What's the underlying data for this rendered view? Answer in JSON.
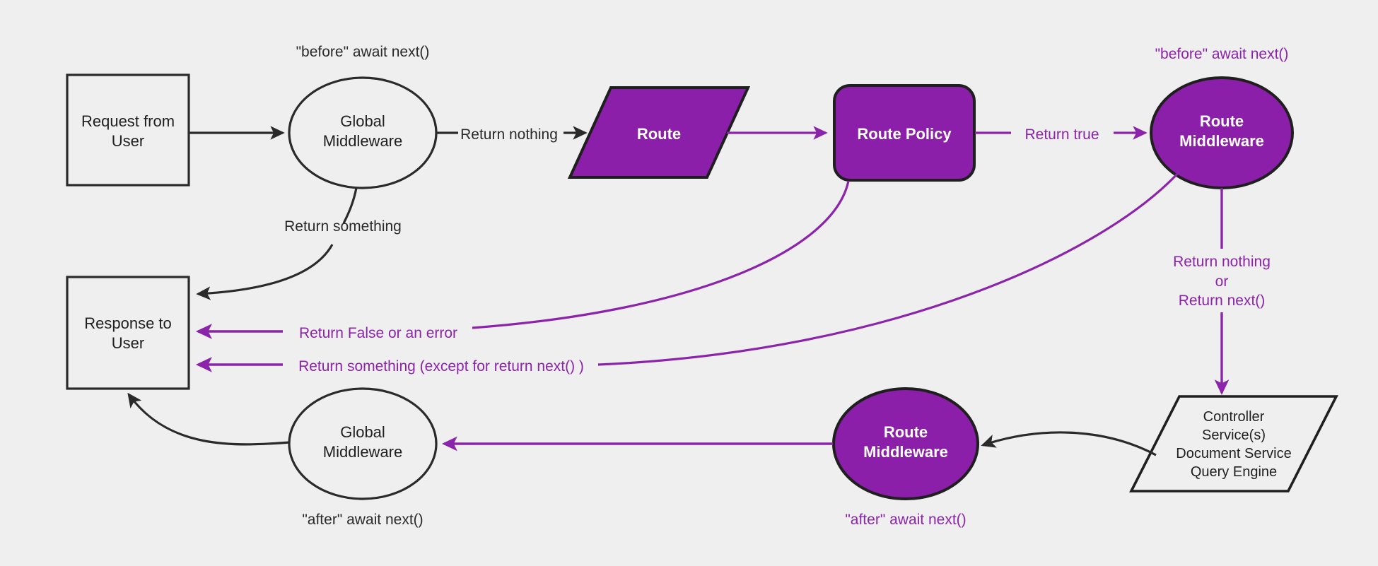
{
  "diagram": {
    "title": "Middleware request lifecycle flowchart",
    "background_color": "#efefef",
    "accent_purple": "#8B1FA9",
    "edge_purple": "#8B24AA",
    "stroke_dark": "#2a2a2a"
  },
  "nodes": {
    "request_from_user": {
      "label": "Request from\nUser",
      "shape": "rect",
      "fill": "none"
    },
    "global_middleware_top": {
      "label": "Global\nMiddleware",
      "shape": "ellipse",
      "fill": "none"
    },
    "route": {
      "label": "Route",
      "shape": "parallelogram",
      "fill": "#8B1FA9"
    },
    "route_policy": {
      "label": "Route Policy",
      "shape": "rounded-rect",
      "fill": "#8B1FA9"
    },
    "route_middleware_top": {
      "label": "Route\nMiddleware",
      "shape": "ellipse",
      "fill": "#8B1FA9"
    },
    "response_to_user": {
      "label": "Response to\nUser",
      "shape": "rect",
      "fill": "none"
    },
    "global_middleware_bottom": {
      "label": "Global\nMiddleware",
      "shape": "ellipse",
      "fill": "none"
    },
    "route_middleware_bottom": {
      "label": "Route\nMiddleware",
      "shape": "ellipse",
      "fill": "#8B1FA9"
    },
    "controller_stack": {
      "label": "Controller\nService(s)\nDocument Service\nQuery Engine",
      "shape": "parallelogram",
      "fill": "none"
    }
  },
  "annotations": {
    "before_await_next_global": "\"before\" await next()",
    "before_await_next_route": "\"before\" await next()",
    "after_await_next_global": "\"after\" await next()",
    "after_await_next_route": "\"after\" await next()"
  },
  "edges": {
    "request_to_global": {
      "label": "",
      "color": "#2a2a2a"
    },
    "global_return_nothing": {
      "label": "Return nothing",
      "color": "#2a2a2a"
    },
    "global_return_something": {
      "label": "Return something",
      "color": "#2a2a2a"
    },
    "route_to_policy": {
      "label": "",
      "color": "#8B24AA"
    },
    "policy_return_true": {
      "label": "Return true",
      "color": "#8B24AA"
    },
    "policy_return_false": {
      "label": "Return False or an error",
      "color": "#8B24AA"
    },
    "middleware_return_something": {
      "label": "Return something (except for return next() )",
      "color": "#8B24AA"
    },
    "middleware_return_nothing_or_next": {
      "label": "Return nothing\nor\nReturn next()",
      "color": "#8B24AA"
    },
    "controller_to_route_middleware": {
      "label": "",
      "color": "#2a2a2a"
    },
    "route_mw_to_global_mw": {
      "label": "",
      "color": "#8B24AA"
    },
    "global_mw_to_response": {
      "label": "",
      "color": "#2a2a2a"
    }
  }
}
